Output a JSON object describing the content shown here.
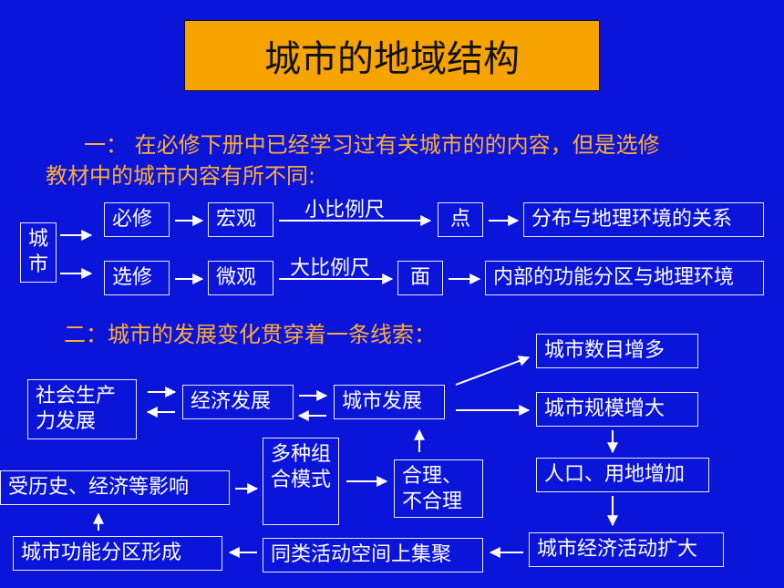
{
  "title": "城市的地域结构",
  "intro": {
    "line1": "一： 在必修下册中已经学习过有关城市的的内容，但是选修",
    "line2": "教材中的城市内容有所不同:"
  },
  "part1": {
    "city_label_1": "城",
    "city_label_2": "市",
    "row1": {
      "a": "必修",
      "b": "宏观",
      "scale": "小比例尺",
      "c": "点",
      "d": "分布与地理环境的关系"
    },
    "row2": {
      "a": "选修",
      "b": "微观",
      "scale": "大比例尺",
      "c": "面",
      "d": "内部的功能分区与地理环境"
    }
  },
  "part2": {
    "heading": "二：城市的发展变化贯穿着一条线索：",
    "productivity": "社会生产力发展",
    "economy": "经济发展",
    "city_dev": "城市发展",
    "city_count": "城市数目增多",
    "city_scale": "城市规模增大",
    "population": "人口、用地增加",
    "economic_activity": "城市经济活动扩大",
    "clustering": "同类活动空间上集聚",
    "functional_zones": "城市功能分区形成",
    "influence": "受历史、经济等影响",
    "patterns": "多种组合模式",
    "rational": "合理、不合理"
  }
}
